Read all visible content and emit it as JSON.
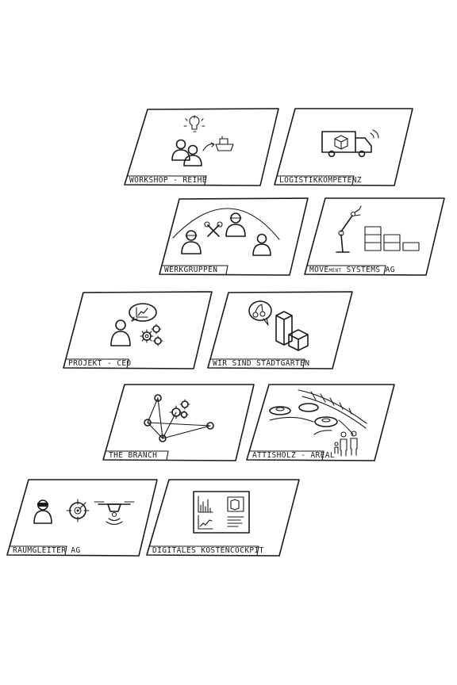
{
  "tiles": [
    {
      "id": "workshop",
      "label": "WORKSHOP - REIHE"
    },
    {
      "id": "logistik",
      "label": "LOGISTIKKOMPETENZ"
    },
    {
      "id": "werkgruppen",
      "label": "WERKGRUPPEN"
    },
    {
      "id": "movement",
      "label_a": "MOVE",
      "label_b": "MENT",
      "label_c": " SYSTEMS AG"
    },
    {
      "id": "projekt",
      "label": "PROJEKT - CEO"
    },
    {
      "id": "stadtgarten",
      "label": "WIR SIND STADTGARTEN"
    },
    {
      "id": "branch",
      "label": "THE BRANCH"
    },
    {
      "id": "attisholz",
      "label": "ATTISHOLZ - AREAL"
    },
    {
      "id": "raumgleiter",
      "label": "RAUMGLEITER AG"
    },
    {
      "id": "kostencockpit",
      "label": "DIGITALES KOSTENCOCKPIT"
    }
  ],
  "colors": {
    "ink": "#1a1a1a",
    "paper": "#ffffff"
  }
}
